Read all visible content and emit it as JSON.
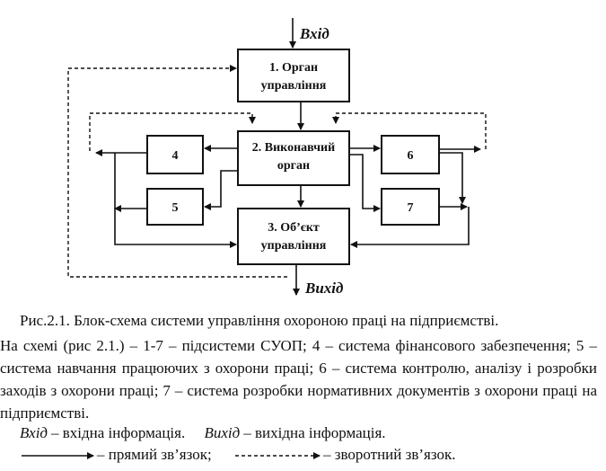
{
  "diagram": {
    "input_label": "Вхід",
    "output_label": "Вихід",
    "box1": [
      "1. Орган",
      "управління"
    ],
    "box2": [
      "2. Виконавчий",
      "орган"
    ],
    "box3": [
      "3. Об’єкт",
      "управління"
    ],
    "box4": "4",
    "box5": "5",
    "box6": "6",
    "box7": "7"
  },
  "caption": "Рис.2.1. Блок-схема системи управління охороною праці на підприємстві.",
  "body_text": "На схемі (рис 2.1.) – 1-7 – підсистеми СУОП; 4 – система фінансового забезпечення; 5 – система навчання працюючих з охорони праці; 6 – система контролю, аналізу і розробки заходів з охорони праці; 7 – система розробки нормативних документів з охорони праці на підприємстві.",
  "legend": {
    "input_term": "Вхід",
    "input_desc": "– вхідна інформація.",
    "output_term": "Вихід",
    "output_desc": "– вихідна інформація.",
    "direct": "– прямий зв’язок;",
    "feedback": "– зворотний зв’язок."
  }
}
